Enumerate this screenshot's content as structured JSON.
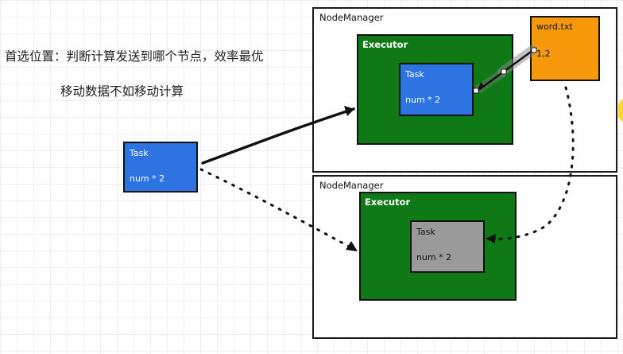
{
  "captions": {
    "line1": "首选位置：判断计算发送到哪个节点，效率最优",
    "line2": "移动数据不如移动计算"
  },
  "node_managers": [
    {
      "title": "NodeManager"
    },
    {
      "title": "NodeManager"
    }
  ],
  "executors": [
    {
      "title": "Executor"
    },
    {
      "title": "Executor"
    }
  ],
  "tasks": {
    "left": {
      "title": "Task",
      "body": "num * 2"
    },
    "executor1": {
      "title": "Task",
      "body": "num * 2"
    },
    "executor2": {
      "title": "Task",
      "body": "num * 2"
    }
  },
  "data_file": {
    "title": "word.txt",
    "value": "1,2"
  },
  "colors": {
    "task_active": "#2d74e2",
    "task_inactive": "#9a9a9a",
    "executor": "#0f7a15",
    "data_file": "#f5990a",
    "highlight": "#ffd21a"
  }
}
